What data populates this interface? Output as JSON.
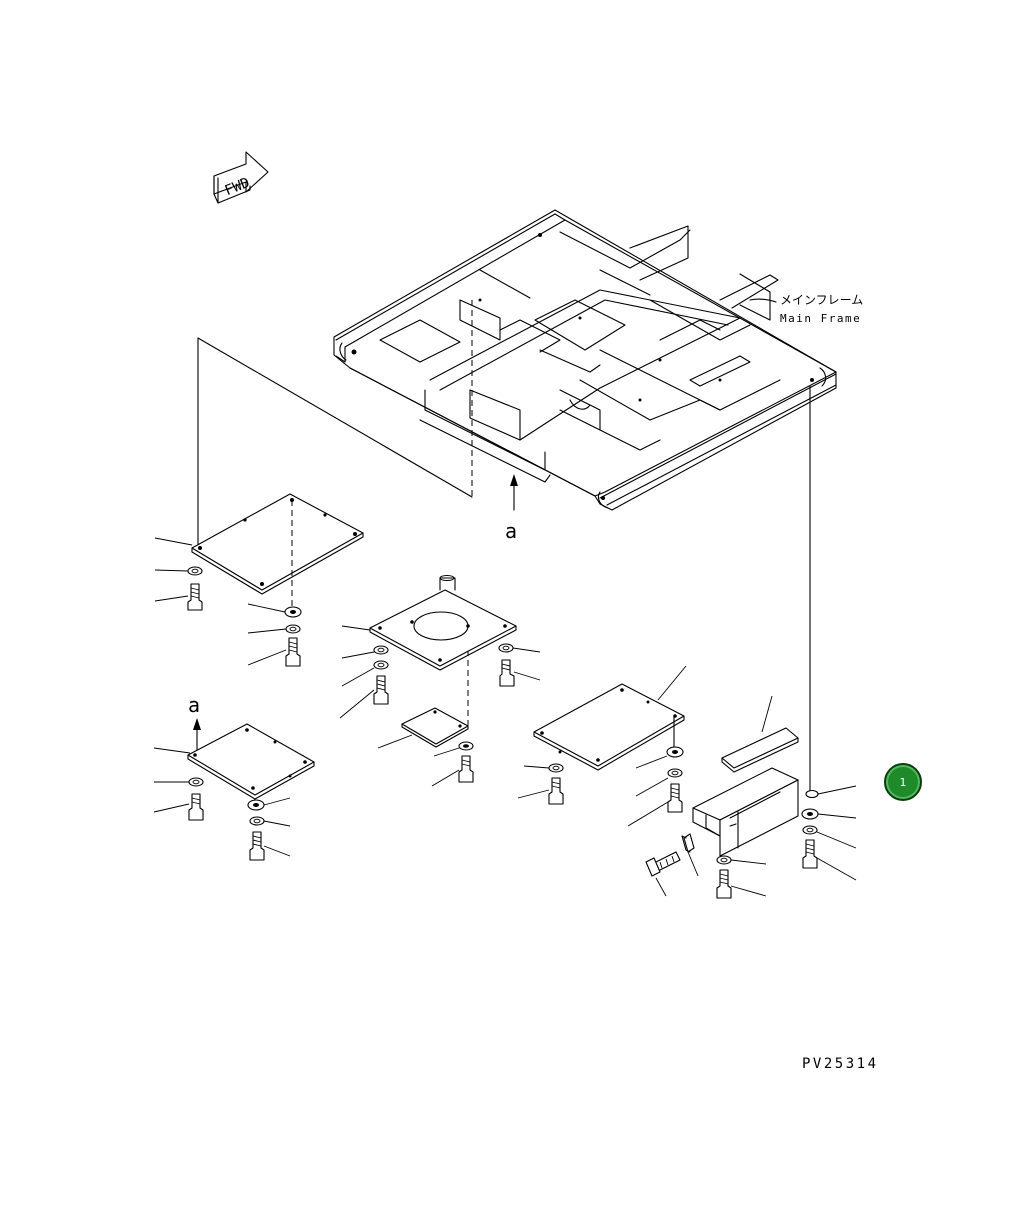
{
  "direction_label": "FWD",
  "frame_label_jp": "メインフレーム",
  "frame_label_en": "Main Frame",
  "view_marker_top": "a",
  "view_marker_left": "a",
  "ref_badge": "1",
  "drawing_code": "PV25314",
  "colors": {
    "badge": "#1f8a2a",
    "line": "#000000",
    "background": "#ffffff"
  }
}
